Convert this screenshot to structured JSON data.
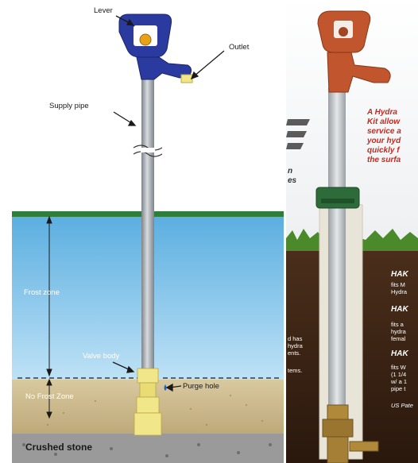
{
  "left_diagram": {
    "labels": {
      "lever": "Lever",
      "outlet": "Outlet",
      "supply_pipe": "Supply pipe",
      "frost_zone": "Frost zone",
      "valve_body": "Valve body",
      "purge_hole": "Purge hole",
      "no_frost_zone": "No Frost Zone",
      "crushed_stone": "Crushed stone"
    },
    "colors": {
      "sky": "#ffffff",
      "water": "#4fa3d9",
      "water_light": "#a9d6f2",
      "grass": "#2f7d3a",
      "gravel": "#cdbb8a",
      "crushed_stone": "#9a9a9a",
      "pipe": "#9ea3a8",
      "lever": "#2b3a9e",
      "valve": "#f2e68a"
    }
  },
  "right_photo": {
    "headline_lines": [
      "A Hydra",
      "Kit allow",
      "service a",
      "your hyd",
      "quickly f",
      "the surfa"
    ],
    "side_fragment_lines": [
      "n",
      "es"
    ],
    "items": [
      {
        "title": "HAK",
        "lines": [
          "fits M",
          "Hydra"
        ]
      },
      {
        "title": "HAK",
        "lines": [
          "fits a",
          "hydra",
          "femal"
        ]
      },
      {
        "title": "HAK",
        "lines": [
          "fits W",
          "(1 1/4",
          "w/ a 1",
          "pipe t"
        ]
      }
    ],
    "left_cut_lines": [
      "d has",
      "hydra",
      "ents.",
      "",
      "tems."
    ],
    "patent": "US Pate",
    "colors": {
      "hydrant": "#c0552e",
      "cap": "#2e6b3a",
      "soil": "#3b2416",
      "grass": "#4a8a2a",
      "red_text": "#c8281e"
    }
  }
}
